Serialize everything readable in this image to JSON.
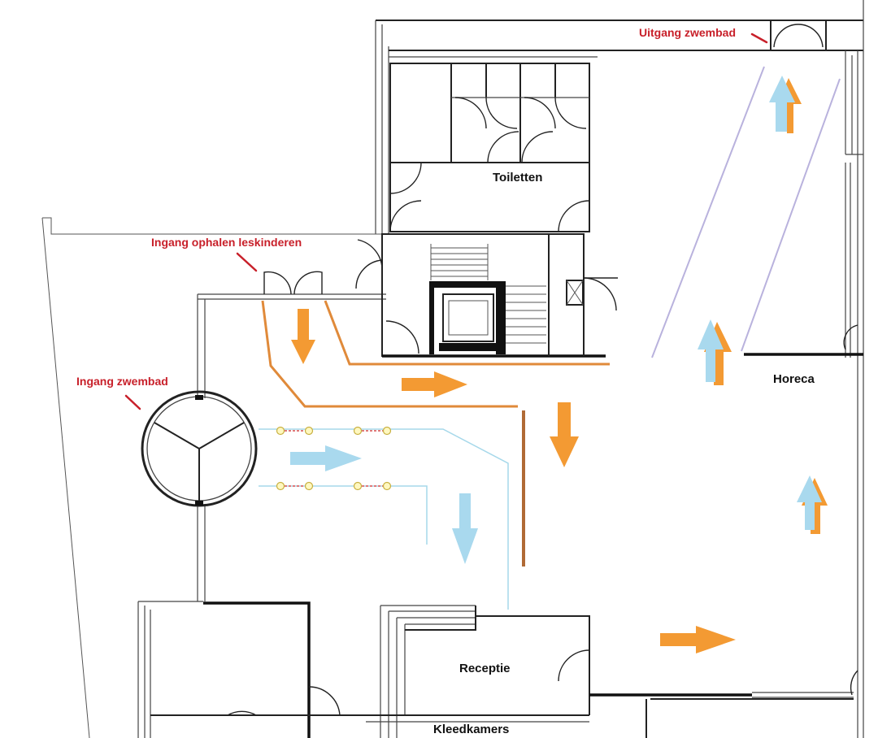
{
  "rooms": {
    "toiletten": "Toiletten",
    "horeca": "Horeca",
    "receptie": "Receptie",
    "kleedkamers": "Kleedkamers"
  },
  "annotations": {
    "uitgang_zwembad": "Uitgang zwembad",
    "ingang_ophalen": "Ingang ophalen leskinderen",
    "ingang_zwembad": "Ingang zwembad"
  },
  "colors": {
    "annotation": "#c8202a",
    "orange_route": "#f39a33",
    "orange_line": "#e08a3a",
    "brown_line": "#b06a35",
    "blue_route": "#a9d9ee",
    "blue_line": "#a6d8ea",
    "lavender_line": "#b9b2dd",
    "wall": "#222222"
  }
}
